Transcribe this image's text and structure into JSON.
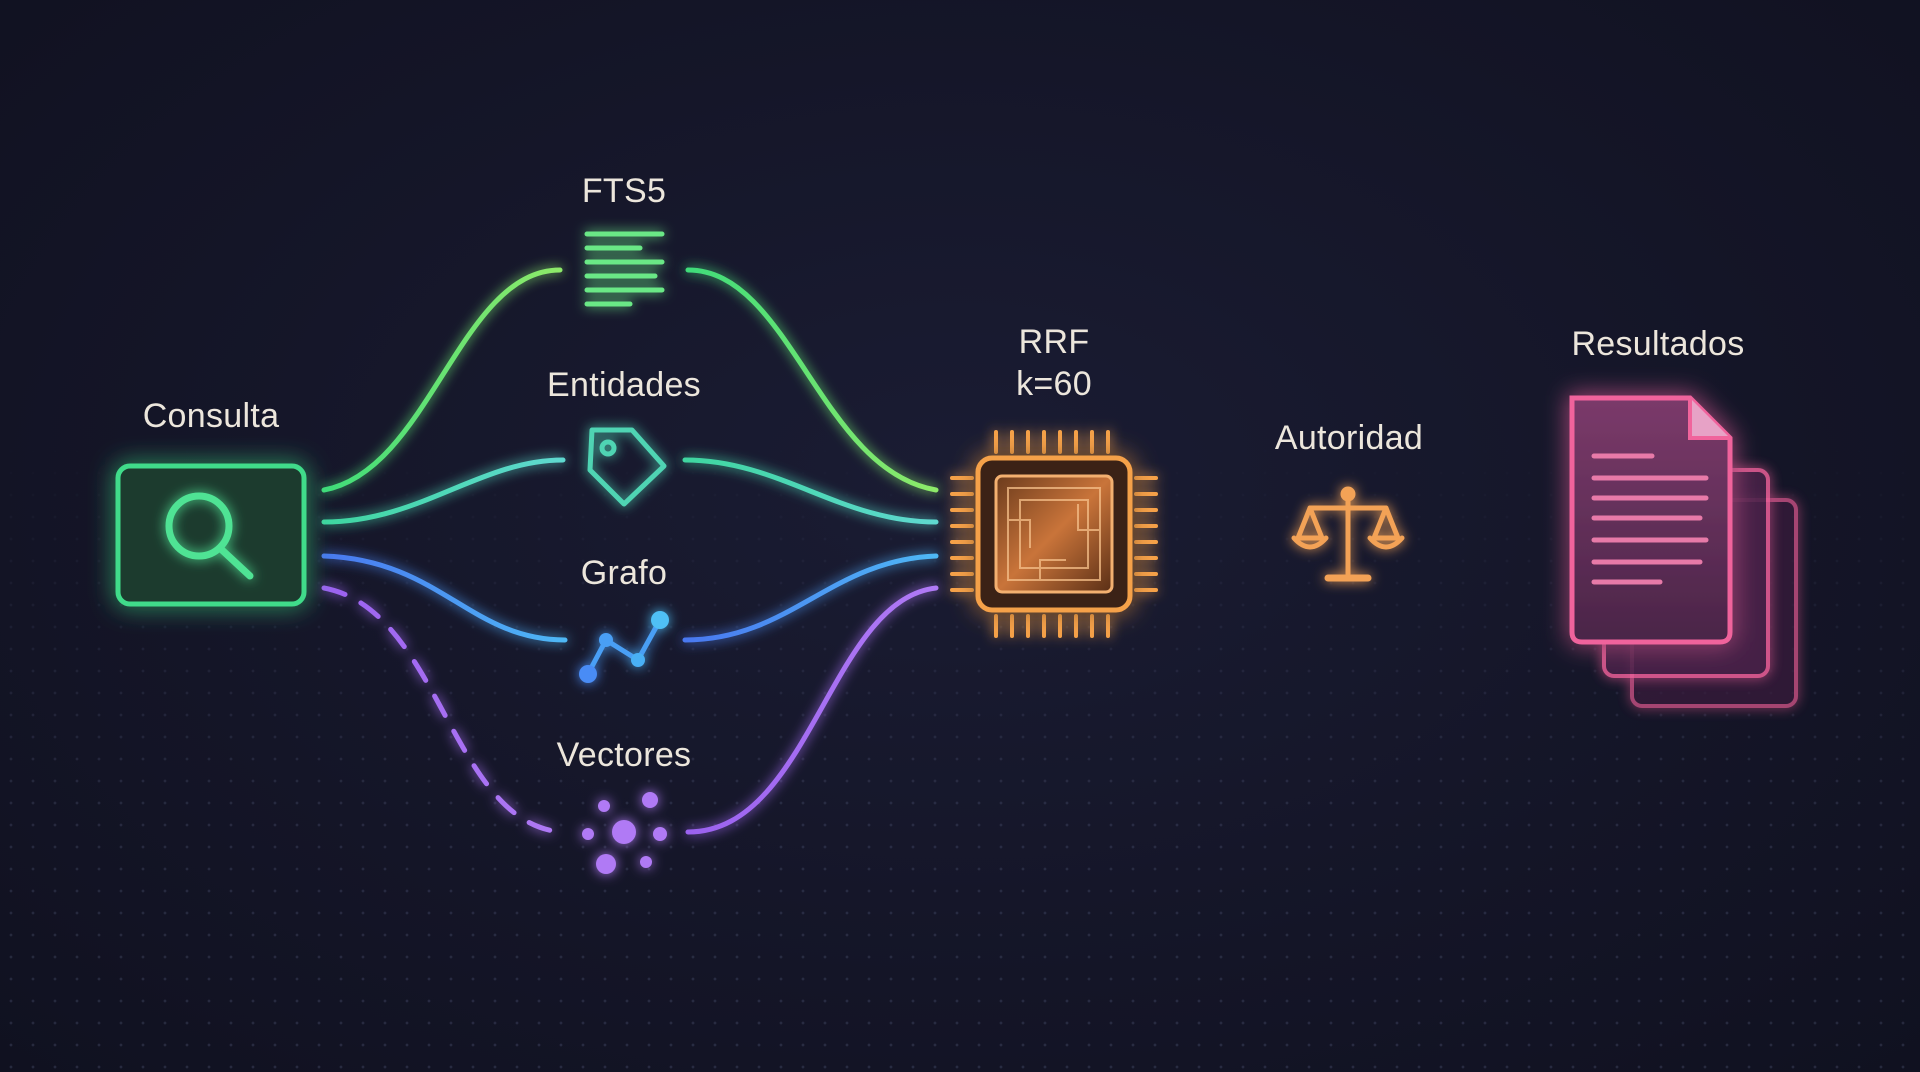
{
  "nodes": {
    "query": {
      "label": "Consulta"
    },
    "fts": {
      "label": "FTS5"
    },
    "entities": {
      "label": "Entidades"
    },
    "graph": {
      "label": "Grafo"
    },
    "vectors": {
      "label": "Vectores"
    },
    "rrf": {
      "label_line1": "RRF",
      "label_line2": "k=60"
    },
    "authority": {
      "label": "Autoridad"
    },
    "results": {
      "label": "Resultados"
    }
  },
  "colors": {
    "background": "#141527",
    "fts": "#5ee87d",
    "entities": "#4fd4b3",
    "graph": "#4a9ff5",
    "vectors": "#a66bf2",
    "query": "#3fdc8a",
    "rrf": "#f5a14a",
    "authority": "#f3a256",
    "results": "#f0649c"
  },
  "icons": {
    "query": "search-icon",
    "fts": "text-lines-icon",
    "entities": "tag-icon",
    "graph": "graph-nodes-icon",
    "vectors": "vector-dots-icon",
    "rrf": "chip-icon",
    "authority": "scales-icon",
    "results": "documents-icon"
  }
}
